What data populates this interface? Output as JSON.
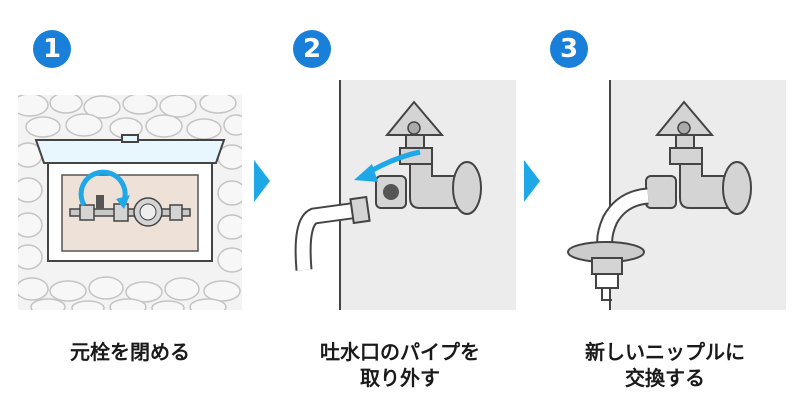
{
  "steps": [
    {
      "number": "1",
      "caption_lines": [
        "元栓を閉める"
      ]
    },
    {
      "number": "2",
      "caption_lines": [
        "吐水口のパイプを",
        "取り外す"
      ]
    },
    {
      "number": "3",
      "caption_lines": [
        "新しいニップルに",
        "交換する"
      ]
    }
  ],
  "colors": {
    "badge": "#1a7fd8",
    "arrow": "#1fa8e8",
    "wall": "#ececec",
    "metal": "#d4d4d4",
    "outline": "#444444"
  },
  "icons": [
    "step-arrow-icon",
    "rotate-arrow-icon",
    "remove-arrow-icon"
  ]
}
